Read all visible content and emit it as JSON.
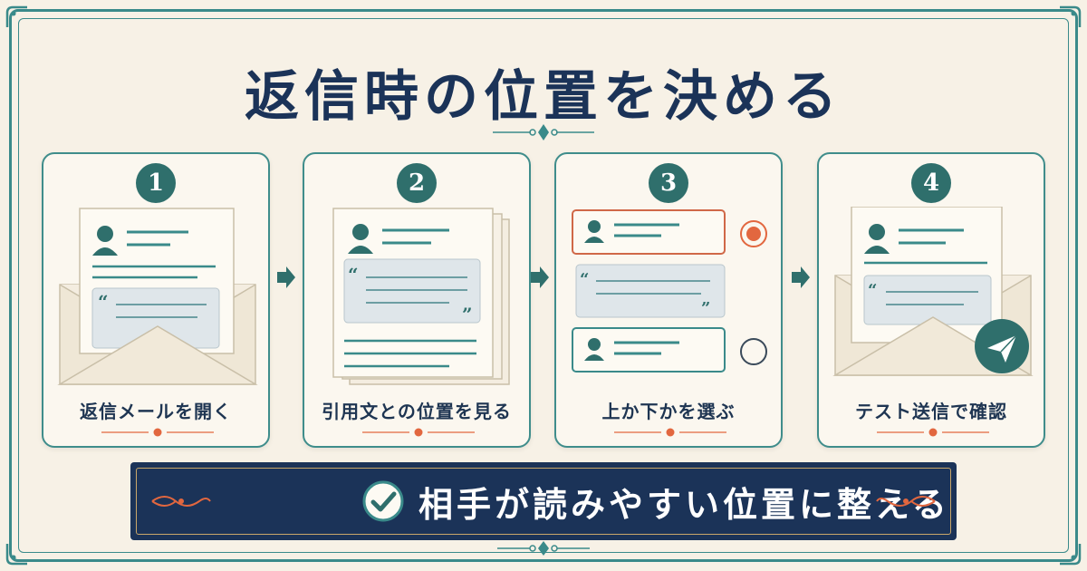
{
  "title": "返信時の位置を決める",
  "steps": [
    {
      "number": "1",
      "label": "返信メールを開く"
    },
    {
      "number": "2",
      "label": "引用文との位置を見る"
    },
    {
      "number": "3",
      "label": "上か下かを選ぶ"
    },
    {
      "number": "4",
      "label": "テスト送信で確認"
    }
  ],
  "banner": {
    "text": "相手が読みやすい位置に整える"
  },
  "colors": {
    "background": "#f7f1e6",
    "teal": "#3a8a8a",
    "navy": "#1b3358",
    "accent": "#e2673f",
    "gold": "#c9a76a"
  },
  "icons": [
    "envelope-icon",
    "user-icon",
    "quote-icon",
    "radio-selected-icon",
    "radio-empty-icon",
    "send-icon",
    "check-icon",
    "arrow-right-icon"
  ]
}
